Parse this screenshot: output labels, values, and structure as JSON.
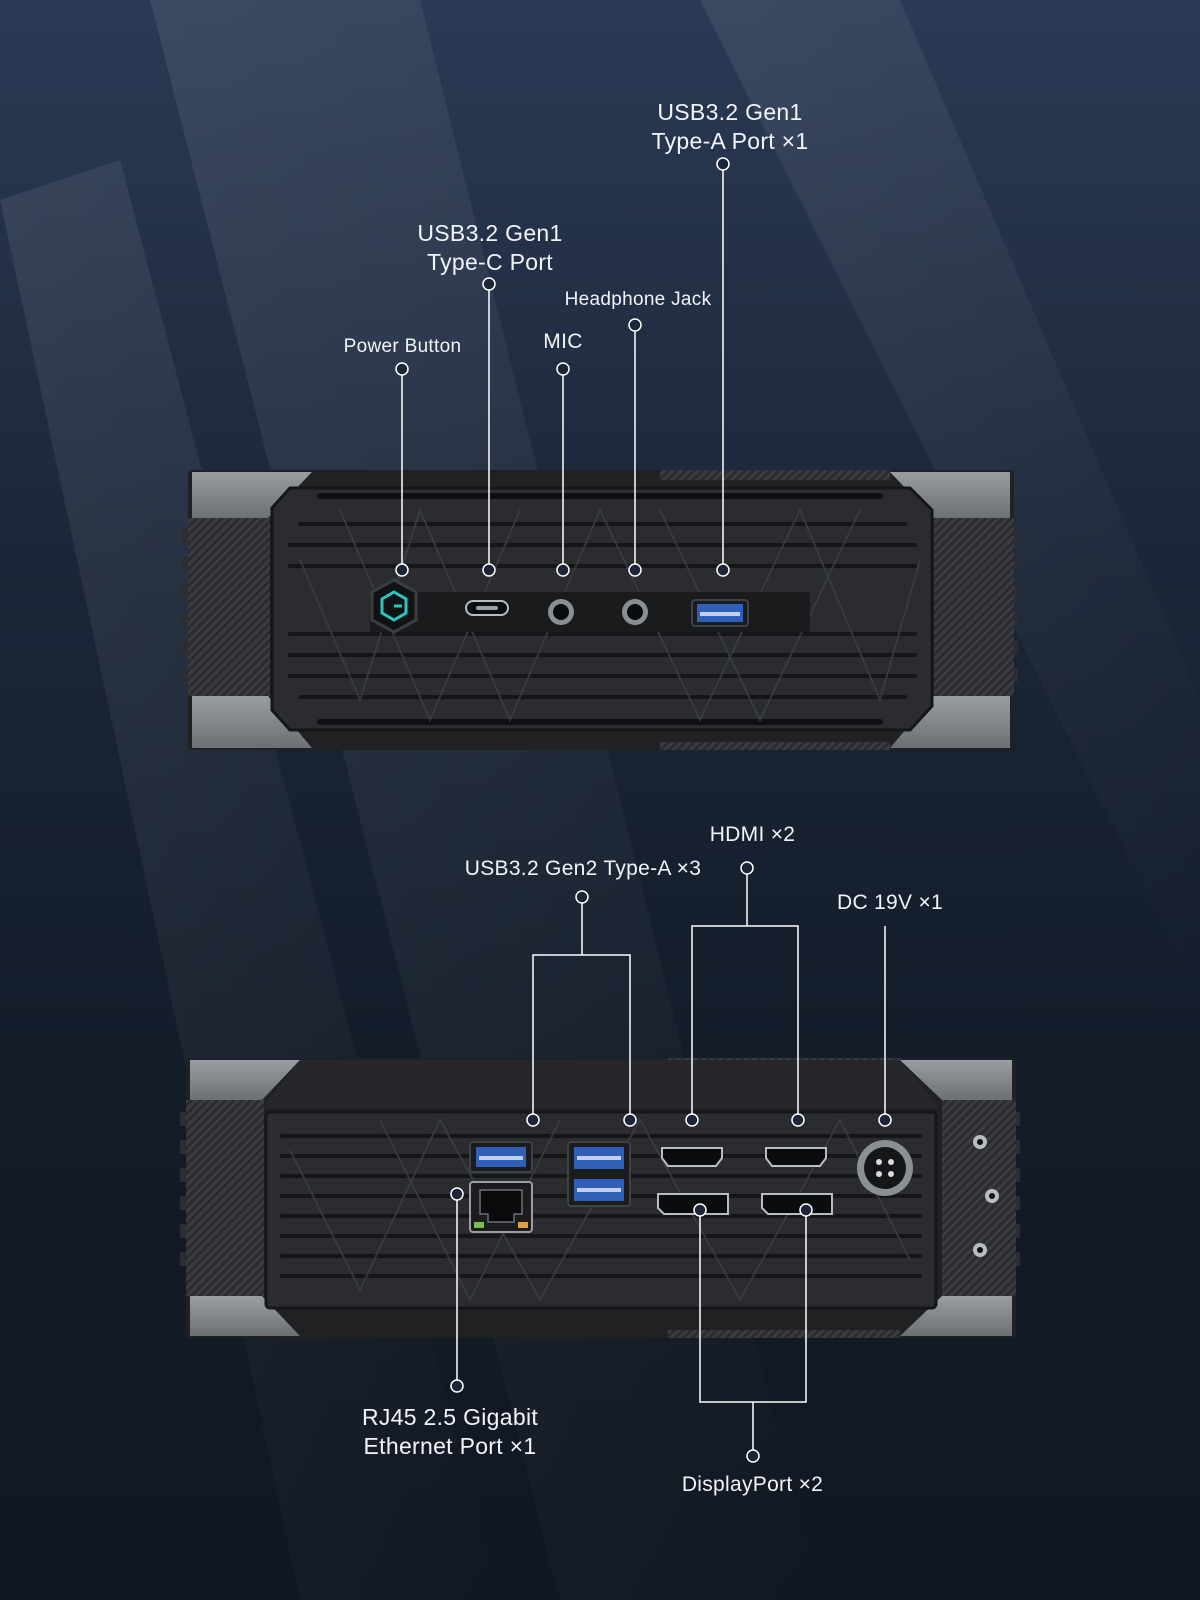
{
  "front_panel": {
    "callouts": {
      "usb_a_gen1": [
        "USB3.2 Gen1",
        "Type-A Port ×1"
      ],
      "usb_c_gen1": [
        "USB3.2 Gen1",
        "Type-C Port"
      ],
      "headphone": "Headphone Jack",
      "mic": "MIC",
      "power": "Power Button"
    }
  },
  "rear_panel": {
    "callouts": {
      "hdmi": "HDMI ×2",
      "usb_gen2": "USB3.2 Gen2 Type-A ×3",
      "dc": "DC 19V ×1",
      "rj45": [
        "RJ45  2.5 Gigabit",
        "Ethernet Port ×1"
      ],
      "displayport": "DisplayPort ×2"
    }
  },
  "colors": {
    "background_top": "#2a3a55",
    "background_bottom": "#121822",
    "chassis": "#232527",
    "chassis_corner": "#8a8d92",
    "callout_line": "#ffffff",
    "usb_blue": "#2f5fb8",
    "power_teal": "#2ec4c0"
  },
  "icons": [
    "power-button-icon",
    "usb-c-port-icon",
    "audio-jack-icon",
    "usb-a-port-icon",
    "hdmi-port-icon",
    "displayport-icon",
    "rj45-port-icon",
    "dc-jack-icon"
  ]
}
